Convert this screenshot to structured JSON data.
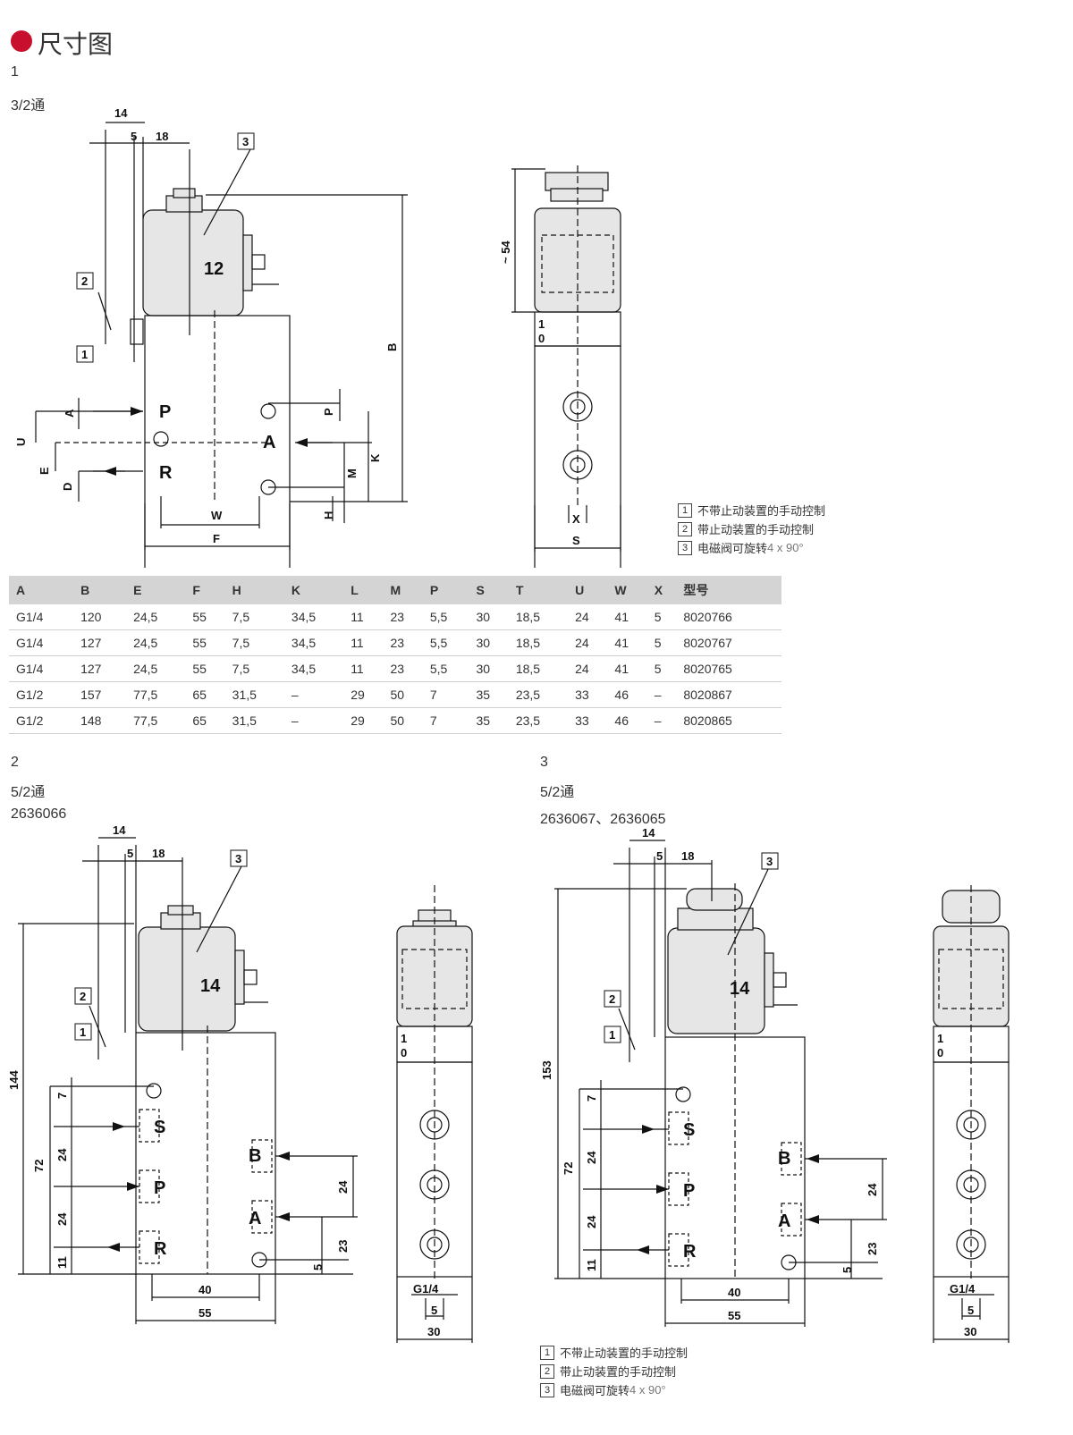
{
  "header": {
    "title": "尺寸图",
    "accent": "#c8102e"
  },
  "section1": {
    "number": "1",
    "subtitle": "3/2通"
  },
  "section2": {
    "number": "2",
    "subtitle": "5/2通",
    "model": "2636066"
  },
  "section3": {
    "number": "3",
    "subtitle": "5/2通",
    "model": "2636067、2636065"
  },
  "legend": [
    {
      "num": "1",
      "text": "不带止动装置的手动控制"
    },
    {
      "num": "2",
      "text": "带止动装置的手动控制"
    },
    {
      "num": "3",
      "text": "电磁阀可旋转",
      "suffix": " 4 x 90°"
    }
  ],
  "legend2": [
    {
      "num": "1",
      "text": "不带止动装置的手动控制"
    },
    {
      "num": "2",
      "text": "带止动装置的手动控制"
    },
    {
      "num": "3",
      "text": "电磁阀可旋转",
      "suffix": "4 x 90°"
    }
  ],
  "drawing1": {
    "dims": {
      "d14": "14",
      "d5": "5",
      "d18": "18",
      "callout3": "3",
      "coil": "12",
      "callout2": "2",
      "callout1": "1",
      "B": "B",
      "A": "A",
      "U": "U",
      "E": "E",
      "D": "D",
      "P": "P",
      "M": "M",
      "K": "K",
      "H": "H",
      "W": "W",
      "F": "F",
      "portP": "P",
      "portA": "A",
      "portR": "R"
    },
    "side": {
      "d54": "~ 54",
      "X": "X",
      "S": "S",
      "one": "1",
      "zero": "0"
    }
  },
  "drawing2": {
    "dims": {
      "d14": "14",
      "d5": "5",
      "d18": "18",
      "callout3": "3",
      "coil": "14",
      "callout2": "2",
      "callout1": "1",
      "h144": "144",
      "d7": "7",
      "d72": "72",
      "d24a": "24",
      "d24b": "24",
      "d11": "11",
      "rd24": "24",
      "rd23": "23",
      "rd5": "5",
      "w40": "40",
      "w55": "55",
      "portS": "S",
      "portP": "P",
      "portR": "R",
      "portB": "B",
      "portA": "A"
    },
    "side": {
      "g14": "G1/4",
      "d5": "5",
      "d30": "30",
      "one": "1",
      "zero": "0"
    }
  },
  "drawing3": {
    "dims": {
      "d14": "14",
      "d5": "5",
      "d18": "18",
      "callout3": "3",
      "coil": "14",
      "callout2": "2",
      "callout1": "1",
      "h153": "153",
      "d7": "7",
      "d72": "72",
      "d24a": "24",
      "d24b": "24",
      "d11": "11",
      "rd24": "24",
      "rd23": "23",
      "rd5": "5",
      "w40": "40",
      "w55": "55",
      "portS": "S",
      "portP": "P",
      "portR": "R",
      "portB": "B",
      "portA": "A"
    },
    "side": {
      "g14": "G1/4",
      "d5": "5",
      "d30": "30",
      "one": "1",
      "zero": "0"
    }
  },
  "table": {
    "headers": [
      "A",
      "B",
      "E",
      "F",
      "H",
      "K",
      "L",
      "M",
      "P",
      "S",
      "T",
      "U",
      "W",
      "X",
      "型号"
    ],
    "rows": [
      [
        "G1/4",
        "120",
        "24,5",
        "55",
        "7,5",
        "34,5",
        "11",
        "23",
        "5,5",
        "30",
        "18,5",
        "24",
        "41",
        "5",
        "8020766"
      ],
      [
        "G1/4",
        "127",
        "24,5",
        "55",
        "7,5",
        "34,5",
        "11",
        "23",
        "5,5",
        "30",
        "18,5",
        "24",
        "41",
        "5",
        "8020767"
      ],
      [
        "G1/4",
        "127",
        "24,5",
        "55",
        "7,5",
        "34,5",
        "11",
        "23",
        "5,5",
        "30",
        "18,5",
        "24",
        "41",
        "5",
        "8020765"
      ],
      [
        "G1/2",
        "157",
        "77,5",
        "65",
        "31,5",
        "–",
        "29",
        "50",
        "7",
        "35",
        "23,5",
        "33",
        "46",
        "–",
        "8020867"
      ],
      [
        "G1/2",
        "148",
        "77,5",
        "65",
        "31,5",
        "–",
        "29",
        "50",
        "7",
        "35",
        "23,5",
        "33",
        "46",
        "–",
        "8020865"
      ]
    ]
  }
}
